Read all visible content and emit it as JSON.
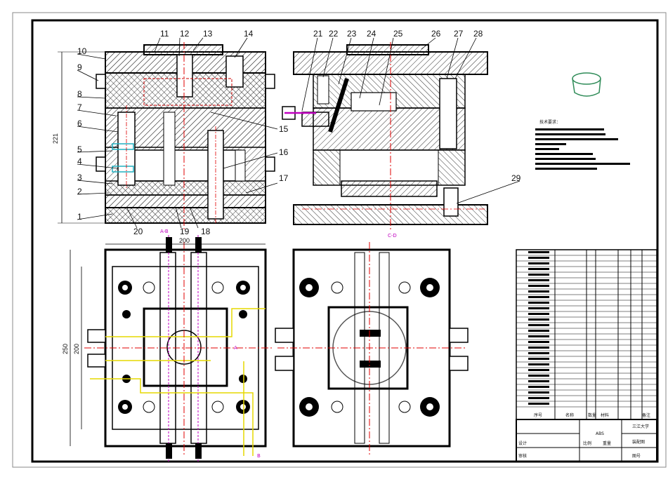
{
  "drawing": {
    "part_callouts": [
      "1",
      "2",
      "3",
      "4",
      "5",
      "6",
      "7",
      "8",
      "9",
      "10",
      "11",
      "12",
      "13",
      "14",
      "15",
      "16",
      "17",
      "18",
      "19",
      "20",
      "21",
      "22",
      "23",
      "24",
      "25",
      "26",
      "27",
      "28",
      "29"
    ],
    "dimensions": {
      "front_height": "221",
      "top_width": "200",
      "top_height": "250",
      "top_inner_height": "200"
    },
    "section_marks": {
      "a_b": "A-B",
      "c_d": "C-D",
      "a": "A",
      "b": "B"
    },
    "colors": {
      "outline": "#000000",
      "hatch": "#333333",
      "centerline": "#e00000",
      "cooling": "#e6d800",
      "ejector": "#c000c0",
      "part_green": "#2e8b57",
      "background": "#ffffff"
    }
  },
  "title_block": {
    "material": "ABS",
    "school": "三江大学",
    "drawing_name": "装配图",
    "sheet_label": "图号",
    "scale_label": "比例",
    "weight_label": "重量",
    "design_label": "设计",
    "check_label": "审核",
    "seq_header": "序号",
    "name_header": "名称",
    "qty_header": "数量",
    "material_header": "材料",
    "remark_header": "备注"
  },
  "notes": {
    "heading": "技术要求："
  }
}
